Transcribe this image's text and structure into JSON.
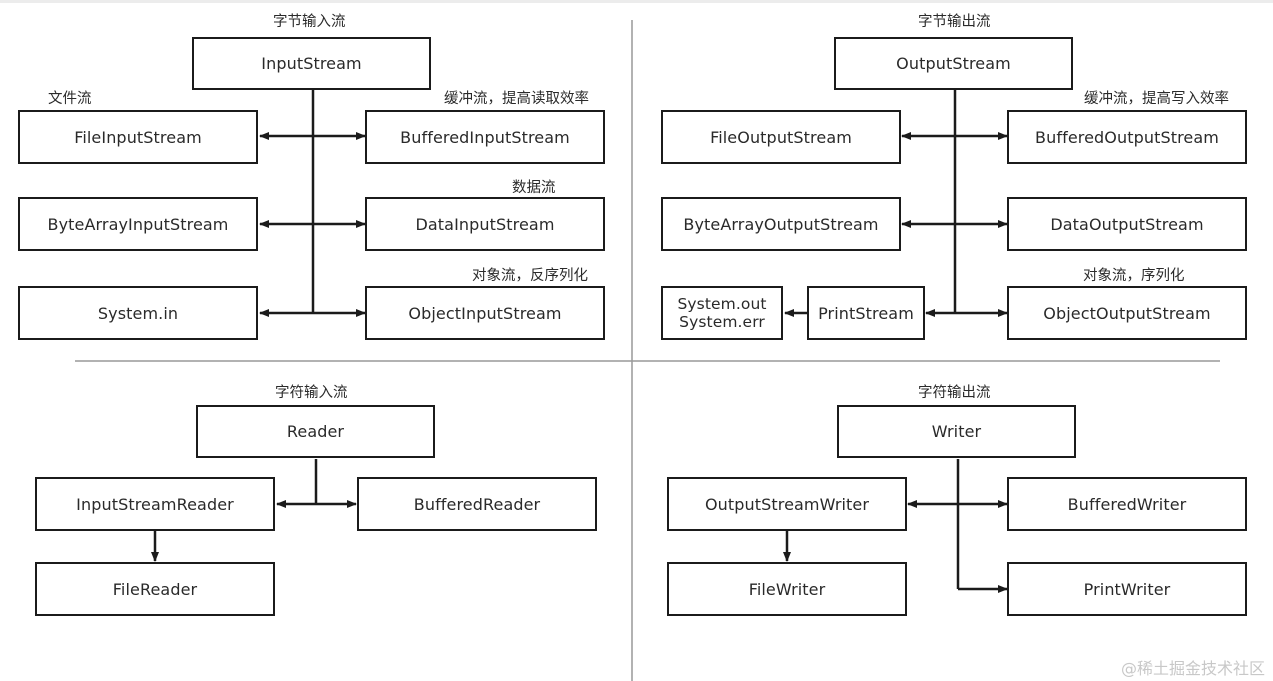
{
  "byte_input": {
    "title": "字节输入流",
    "root": "InputStream",
    "file_label": "文件流",
    "buffer_label": "缓冲流，提高读取效率",
    "data_label": "数据流",
    "object_label": "对象流，反序列化",
    "file": "FileInputStream",
    "buffered": "BufferedInputStream",
    "bytearray": "ByteArrayInputStream",
    "data": "DataInputStream",
    "system": "System.in",
    "object": "ObjectInputStream"
  },
  "byte_output": {
    "title": "字节输出流",
    "root": "OutputStream",
    "buffer_label": "缓冲流，提高写入效率",
    "object_label": "对象流，序列化",
    "file": "FileOutputStream",
    "buffered": "BufferedOutputStream",
    "bytearray": "ByteArrayOutputStream",
    "data": "DataOutputStream",
    "system_out": "System.out",
    "system_err": "System.err",
    "print": "PrintStream",
    "object": "ObjectOutputStream"
  },
  "char_input": {
    "title": "字符输入流",
    "root": "Reader",
    "isr": "InputStreamReader",
    "buffered": "BufferedReader",
    "file": "FileReader"
  },
  "char_output": {
    "title": "字符输出流",
    "root": "Writer",
    "osw": "OutputStreamWriter",
    "buffered": "BufferedWriter",
    "file": "FileWriter",
    "print": "PrintWriter"
  },
  "watermark": "@稀土掘金技术社区",
  "colors": {
    "line": "#1b1b1b",
    "divider": "#999999",
    "background": "#ffffff"
  }
}
